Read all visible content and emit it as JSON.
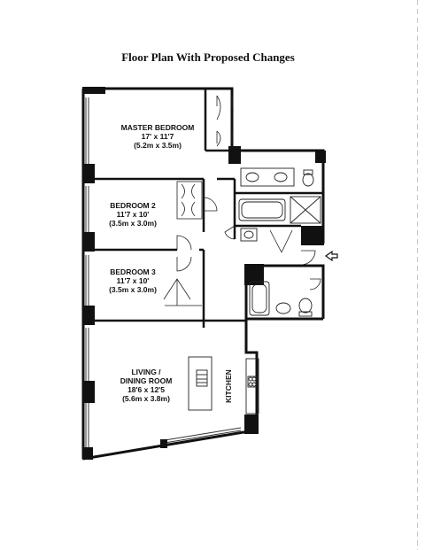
{
  "title": "Floor Plan With Proposed Changes",
  "rooms": {
    "master": {
      "name": "MASTER BEDROOM",
      "dims_ft": "17' x 11'7",
      "dims_m": "(5.2m x 3.5m)"
    },
    "bedroom2": {
      "name": "BEDROOM 2",
      "dims_ft": "11'7 x 10'",
      "dims_m": "(3.5m x 3.0m)"
    },
    "bedroom3": {
      "name": "BEDROOM 3",
      "dims_ft": "11'7 x 10'",
      "dims_m": "(3.5m x 3.0m)"
    },
    "living": {
      "name_line1": "LIVING /",
      "name_line2": "DINING ROOM",
      "dims_ft": "18'6 x 12'5",
      "dims_m": "(5.6m x 3.8m)"
    },
    "kitchen": {
      "name": "KITCHEN"
    }
  },
  "icons": [
    "entry-arrow-icon",
    "sink-icon",
    "toilet-icon",
    "bathtub-icon",
    "shower-icon",
    "stove-icon",
    "door-swing-icon",
    "closet-icon"
  ]
}
